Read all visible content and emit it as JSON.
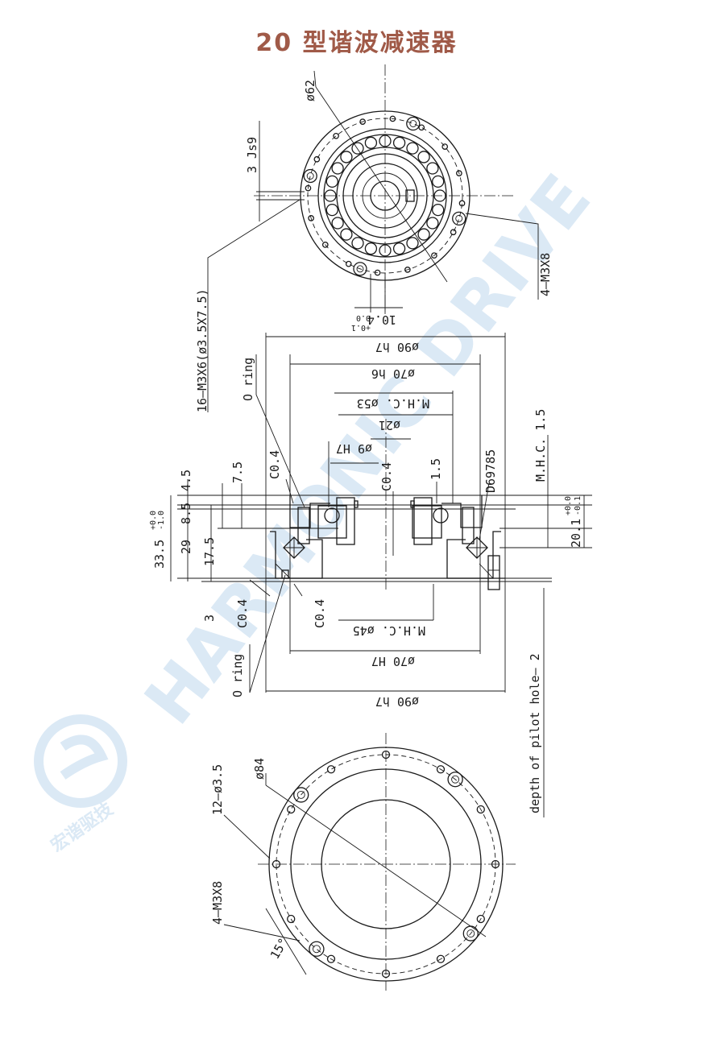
{
  "title": "20 型谐波减速器",
  "colors": {
    "title": "#a05a48",
    "line": "#1a1a1a",
    "watermark": "#dbe9f5"
  },
  "watermark": {
    "text": "HARMONIC DRIVE",
    "logo_caption": "宏谐驱技"
  },
  "top_view": {
    "phi62": "ø62",
    "js9": "3 Js9",
    "m3x6": "16–M3X6(ø3.5X7.5)",
    "m3x8": "4–M3X8",
    "dim_10_4": "10.4",
    "dim_10_4_tol_top": "+0.1",
    "dim_10_4_tol_bot": "0.0"
  },
  "section_view": {
    "phi90_top": "ø90 h7",
    "phi70_top": "ø70 h6",
    "mhc_53": "M.H.C. ø53",
    "phi21": "ø21",
    "phi9": "ø9 H7",
    "oring_top": "O ring",
    "c04_a": "C0.4",
    "c04_b": "C0.4",
    "dim_1_5": "1.5",
    "d69785": "D69785",
    "mhc_1_5": "M.H.C. 1.5",
    "dim_4_5": "4.5",
    "dim_7_5": "7.5",
    "dim_8_5": "8.5",
    "dim_17_5": "17.5",
    "dim_29": "29",
    "dim_33_5": "33.5",
    "dim_33_5_tol_top": "+0.0",
    "dim_33_5_tol_bot": "-1.0",
    "dim_3": "3",
    "c04_c": "C0.4",
    "c04_d": "C0.4",
    "dim_20_1": "20.1",
    "dim_20_1_tol_top": "+0.0",
    "dim_20_1_tol_bot": "-0.1",
    "mhc_45": "M.H.C. ø45",
    "phi70_bot": "ø70 H7",
    "phi90_bot": "ø90 h7",
    "oring_bot": "O ring",
    "pilot_hole": "depth of pilot hole– 2"
  },
  "bottom_view": {
    "phi84": "ø84",
    "holes_12": "12–ø3.5",
    "m3x8": "4–M3X8",
    "angle_15": "15°"
  }
}
